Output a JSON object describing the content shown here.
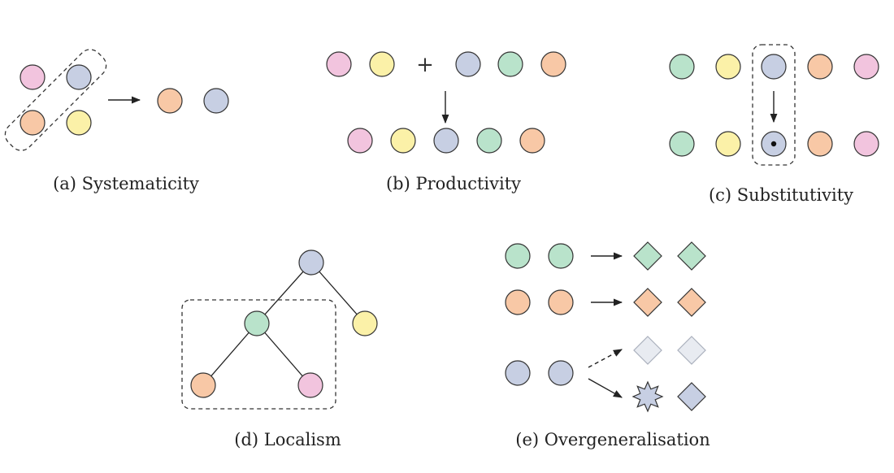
{
  "colors": {
    "pink": "#f2c4de",
    "yellow": "#fbf1a8",
    "blue": "#c7cfe3",
    "orange": "#f8c8a6",
    "green": "#b9e3cb",
    "faded": "#e8ebf1",
    "stroke": "#333333"
  },
  "panels": {
    "systematicity": {
      "caption": "(a) Systematicity"
    },
    "productivity": {
      "caption": "(b) Productivity",
      "operator": "+"
    },
    "substitutivity": {
      "caption": "(c) Substitutivity"
    },
    "localism": {
      "caption": "(d) Localism"
    },
    "overgeneralisation": {
      "caption": "(e) Overgeneralisation"
    }
  }
}
